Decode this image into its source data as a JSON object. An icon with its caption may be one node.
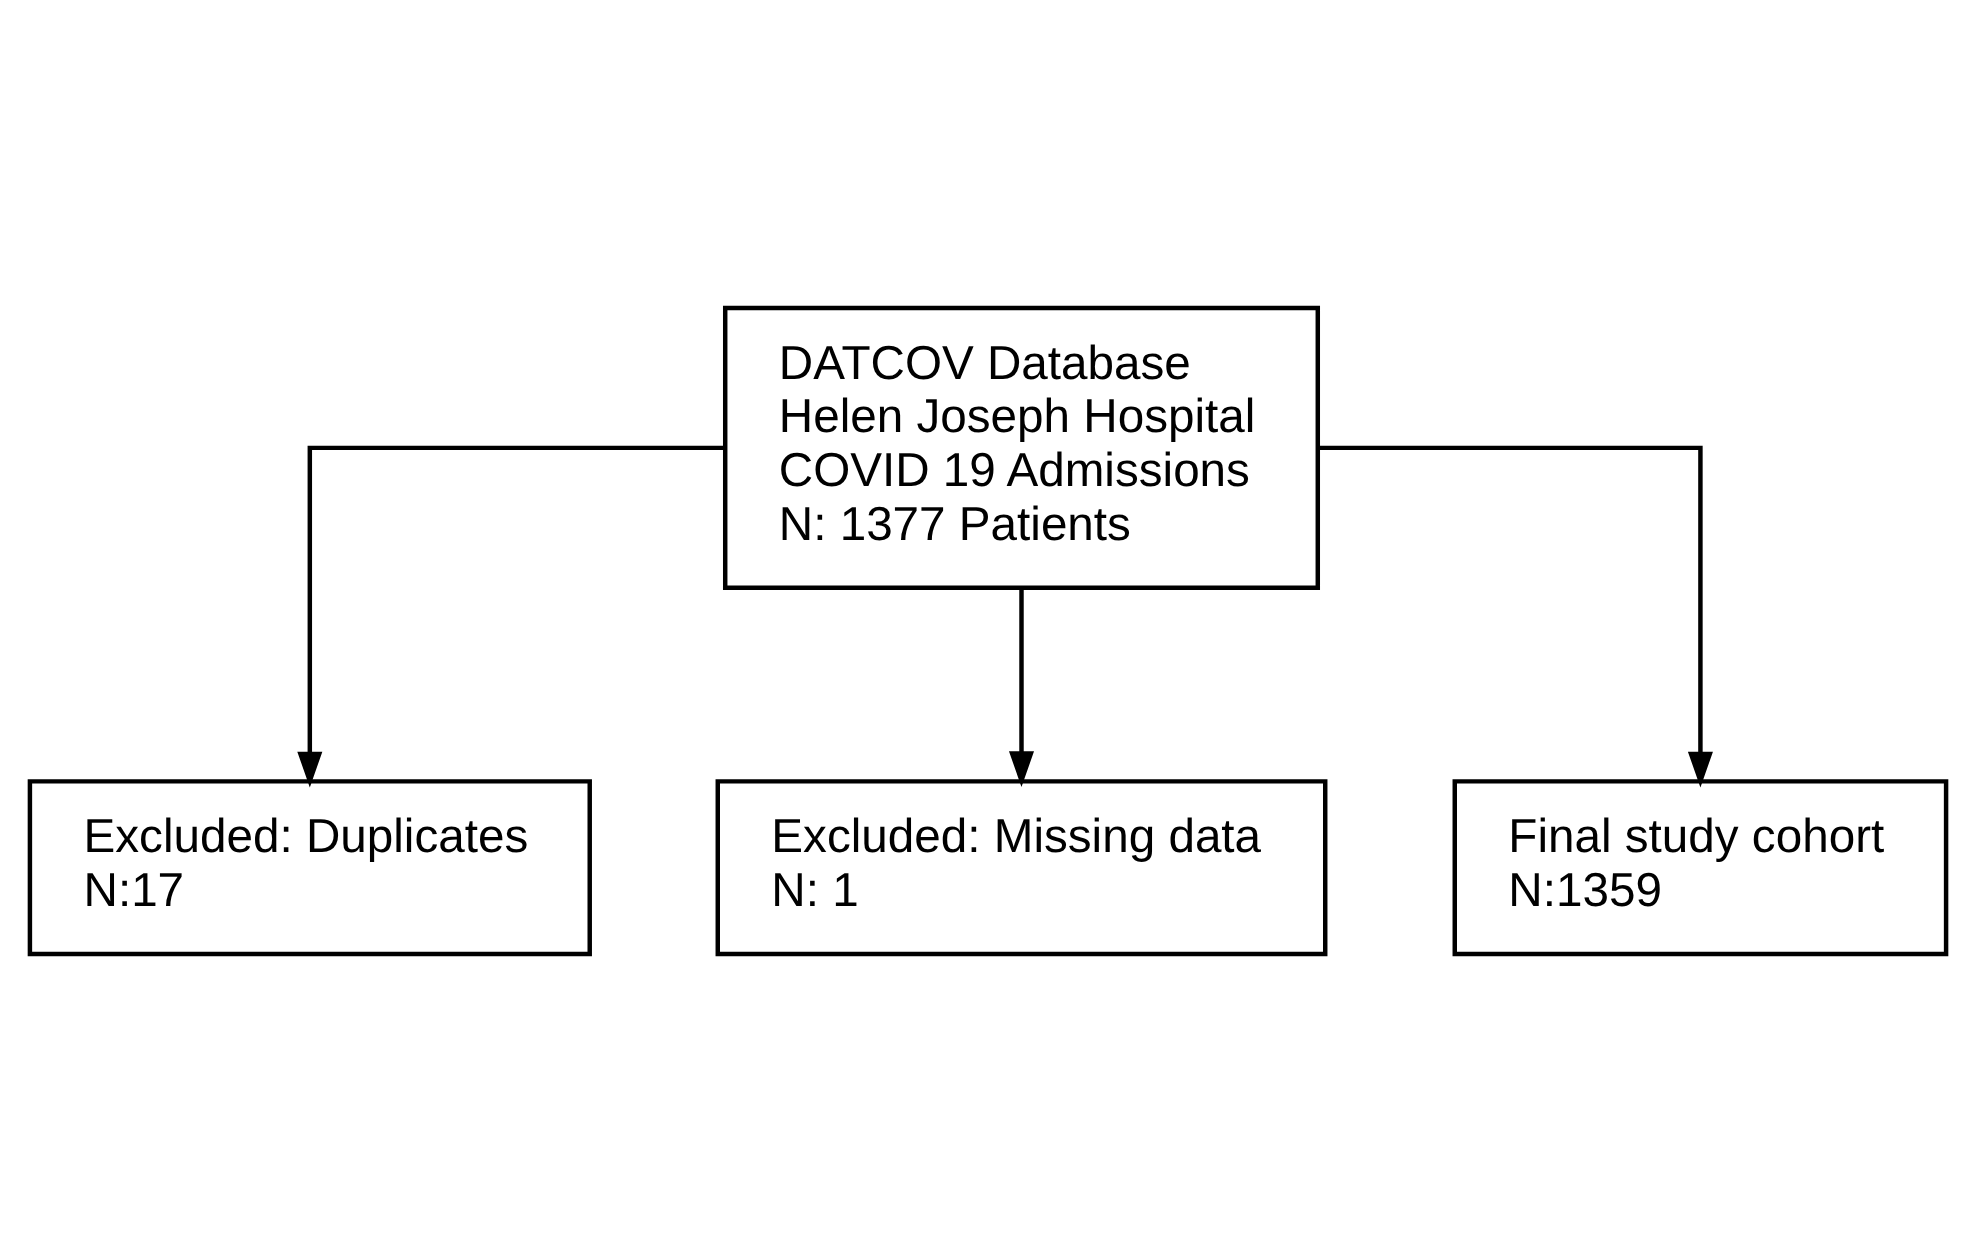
{
  "diagram": {
    "nodes": [
      {
        "text": [
          "DATCOV Database",
          "Helen Joseph Hospital",
          "COVID 19 Admissions",
          "N: 1377 Patients"
        ]
      },
      {
        "text": [
          "Excluded: Duplicates",
          "N:17"
        ]
      },
      {
        "text": [
          "Excluded: Missing data",
          "N: 1"
        ]
      },
      {
        "text": [
          "Final study cohort",
          "N:1359"
        ]
      }
    ],
    "edges": [
      {
        "from": 0,
        "to": 1,
        "arrow": "to"
      },
      {
        "from": 0,
        "to": 2,
        "arrow": "to"
      },
      {
        "from": 0,
        "to": 3,
        "arrow": "to"
      }
    ]
  }
}
